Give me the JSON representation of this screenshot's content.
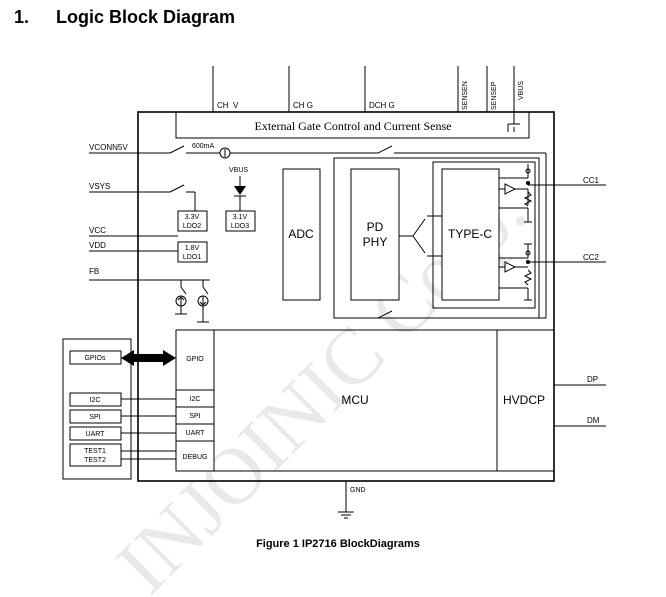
{
  "heading": {
    "number": "1.",
    "title": "Logic Block Diagram"
  },
  "caption": "Figure 1 IP2716 BlockDiagrams",
  "watermark": "INJOINIC Corp.",
  "top_pins": [
    "CH_V",
    "CH_G",
    "DCH_G",
    "SENSEN",
    "SENSEP",
    "VBUS"
  ],
  "top_pin_labels": {
    "ch_v": "CH  V",
    "ch_g": "CH  G",
    "dch_g": "DCH  G",
    "sensen": "SENSEN",
    "sensep": "SENSEP",
    "vbus": "VBUS"
  },
  "gate_block": "External Gate Control and Current Sense",
  "left_pins": {
    "vconn5v": "VCONN5V",
    "vsys": "VSYS",
    "vcc": "VCC",
    "vdd": "VDD",
    "fb": "FB"
  },
  "current_label": "600mA",
  "vbus_label": "VBUS",
  "ldo2": {
    "voltage": "3.3V",
    "name": "LDO2"
  },
  "ldo3": {
    "voltage": "3.1V",
    "name": "LDO3"
  },
  "ldo1": {
    "voltage": "1.8V",
    "name": "LDO1"
  },
  "blocks": {
    "adc": "ADC",
    "pd_line1": "PD",
    "pd_line2": "PHY",
    "typec": "TYPE-C",
    "mcu": "MCU",
    "hvdcp": "HVDCP"
  },
  "mcu_ports": {
    "gpio": "GPIO",
    "i2c": "I2C",
    "spi": "SPI",
    "uart": "UART",
    "debug": "DEBUG"
  },
  "external": {
    "gpios": "GPIOs",
    "i2c": "I2C",
    "spi": "SPI",
    "uart": "UART",
    "test1": "TEST1",
    "test2": "TEST2"
  },
  "right_pins": {
    "cc1": "CC1",
    "cc2": "CC2",
    "dp": "DP",
    "dm": "DM"
  },
  "bottom_pin": "GND",
  "colors": {
    "line": "#000000",
    "watermark": "#cfcfcf"
  }
}
